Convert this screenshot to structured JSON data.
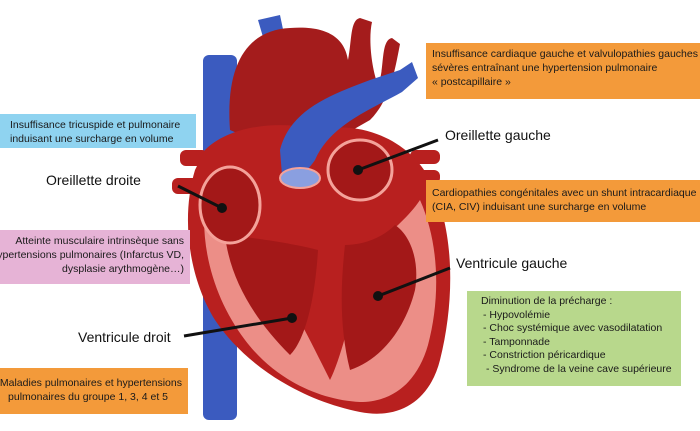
{
  "labels": {
    "oreillette_gauche": "Oreillette gauche",
    "oreillette_droite": "Oreillette droite",
    "ventricule_gauche": "Ventricule gauche",
    "ventricule_droit": "Ventricule droit"
  },
  "boxes": {
    "top_right": [
      "Insuffisance cardiaque gauche et valvulopathies gauches",
      "sévères entraînant une hypertension pulmonaire",
      "« postcapillaire »"
    ],
    "blue_left": [
      "Insuffisance tricuspide et pulmonaire",
      "induisant une surcharge en volume"
    ],
    "mid_right": [
      "Cardiopathies congénitales avec un shunt intracardiaque",
      "(CIA, CIV) induisant une surcharge en volume"
    ],
    "pink_left": [
      "Atteinte musculaire intrinsèque sans",
      "hypertensions pulmonaires (Infarctus VD,",
      "dysplasie arythmogène…)"
    ],
    "green_title": "Diminution de la précharge :",
    "green_items": [
      "- Hypovolémie",
      "- Choc systémique avec vasodilatation",
      "- Tamponnade",
      "- Constriction péricardique",
      "- Syndrome de la veine cave supérieure"
    ],
    "bottom_left": [
      "Maladies pulmonaires et hypertensions",
      "pulmonaires du groupe 1, 3, 4 et 5"
    ]
  },
  "colors": {
    "orange": "#f39a3a",
    "blue": "#8fd3f0",
    "pink": "#e6b3d6",
    "green": "#b8d88c",
    "heart_red": "#b8201f",
    "vessel_blue": "#3b5bbf"
  }
}
